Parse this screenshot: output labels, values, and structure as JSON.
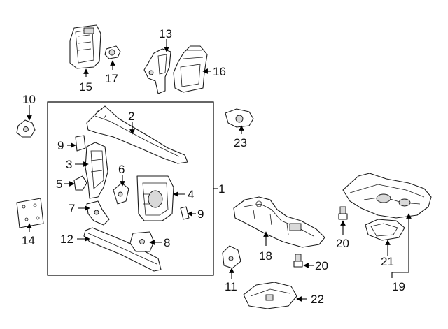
{
  "callouts": {
    "c1": "1",
    "c2": "2",
    "c3": "3",
    "c4": "4",
    "c5": "5",
    "c6": "6",
    "c7": "7",
    "c8": "8",
    "c9a": "9",
    "c9b": "9",
    "c10": "10",
    "c11": "11",
    "c12": "12",
    "c13": "13",
    "c14": "14",
    "c15": "15",
    "c16": "16",
    "c17": "17",
    "c18": "18",
    "c19": "19",
    "c20a": "20",
    "c20b": "20",
    "c21": "21",
    "c22": "22",
    "c23": "23"
  },
  "colors": {
    "line": "#1a1a1a",
    "shade": "#d9d9d9",
    "background": "#ffffff"
  }
}
